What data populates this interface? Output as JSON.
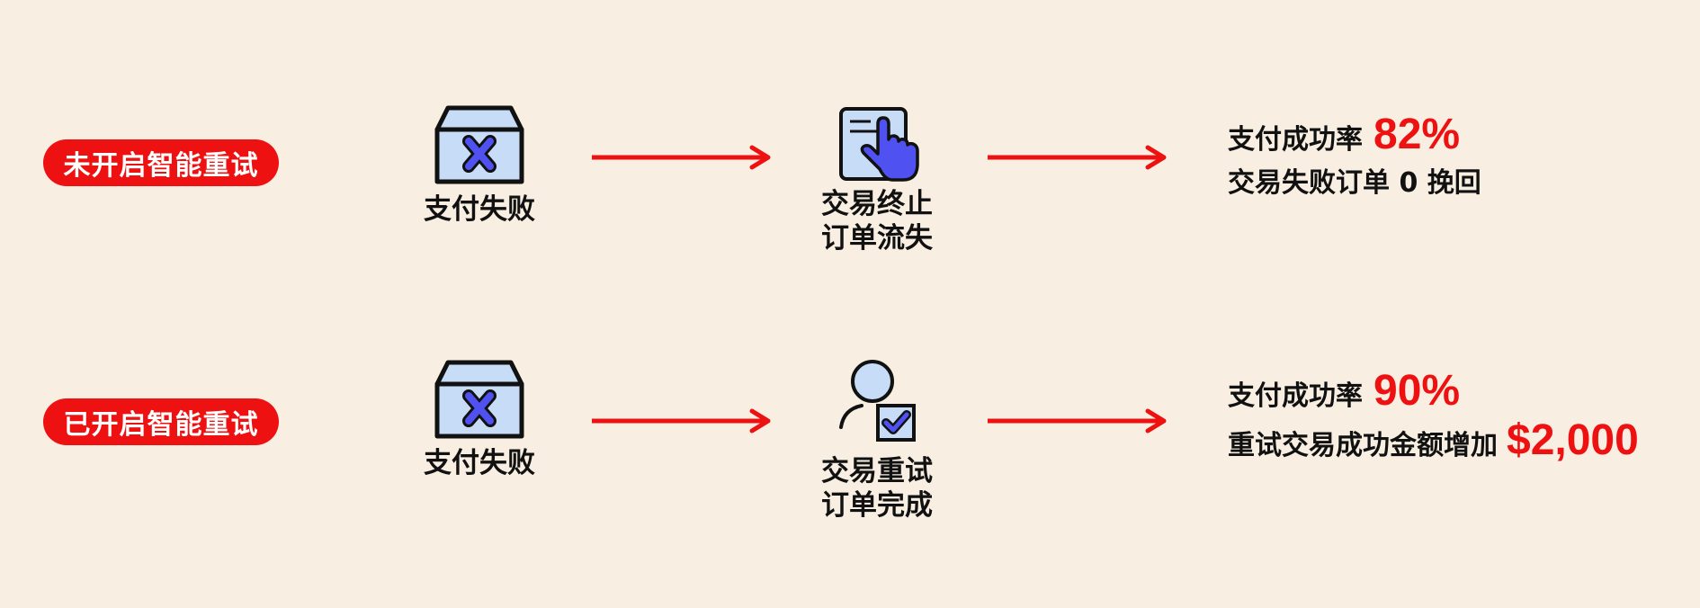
{
  "colors": {
    "background": "#f8efe2",
    "accent": "#ee1111",
    "icon_fill": "#c6dcf7",
    "icon_mark": "#4f52f0"
  },
  "rows": [
    {
      "pill_label": "未开启智能重试",
      "step1": {
        "icon": "failed-box-icon",
        "label": "支付失败"
      },
      "step2": {
        "icon": "document-tap-icon",
        "line1": "交易终止",
        "line2": "订单流失"
      },
      "result": {
        "line1_text": "支付成功率",
        "line1_value": "82%",
        "line2_text": "交易失败订单 0 挽回",
        "line2_value": ""
      }
    },
    {
      "pill_label": "已开启智能重试",
      "step1": {
        "icon": "failed-box-icon",
        "label": "支付失败"
      },
      "step2": {
        "icon": "user-check-icon",
        "line1": "交易重试",
        "line2": "订单完成"
      },
      "result": {
        "line1_text": "支付成功率",
        "line1_value": "90%",
        "line2_text": "重试交易成功金额增加",
        "line2_value": "$2,000"
      }
    }
  ]
}
